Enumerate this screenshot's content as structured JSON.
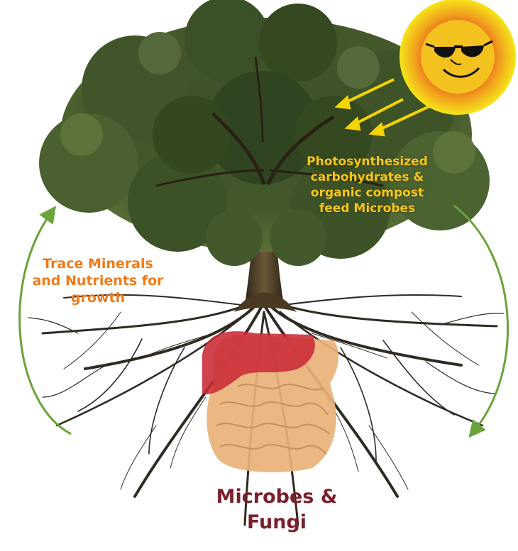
{
  "colors": {
    "sky": "#ffffff",
    "canopy": "#3f5529",
    "canopy_dark": "#263a1b",
    "canopy_light": "#6d8345",
    "trunk": "#4a3a24",
    "roots": "#2f2a22",
    "sun_outer": "#f3d60a",
    "sun_ring": "#ef8a1c",
    "sun_face": "#f3c21f",
    "sun_rays": "#f5d400",
    "arrow": "#6aa33a",
    "stomach": "#cb2a36",
    "intestine": "#e9b27a",
    "label_orange": "#f07a1a",
    "label_yellow": "#f5c518",
    "label_maroon": "#7a1f2b"
  },
  "icons": [
    "sun-with-sunglasses-icon",
    "tree-illustration",
    "digestive-tract-illustration",
    "cycle-arrow-icon"
  ],
  "labels": {
    "minerals": [
      "Trace Minerals",
      "and Nutrients for",
      "growth"
    ],
    "photosynthesis": [
      "Photosynthesized",
      "carbohydrates &",
      "organic compost",
      "feed Microbes"
    ],
    "microbes": [
      "Microbes &",
      "Fungi"
    ]
  }
}
